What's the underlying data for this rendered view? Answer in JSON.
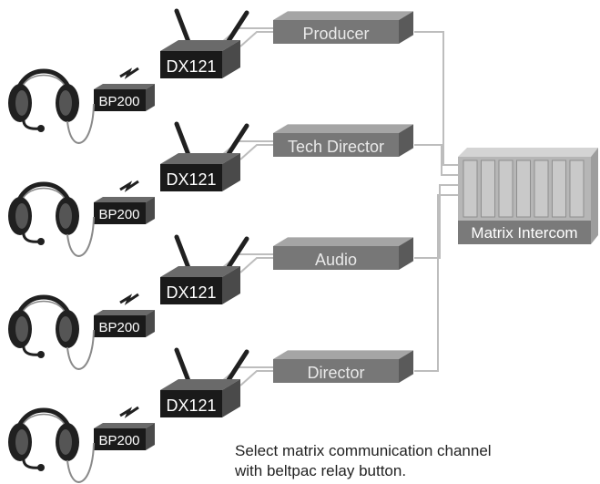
{
  "rows": [
    {
      "beltpac": "BP200",
      "transceiver": "DX121",
      "channel": "Producer"
    },
    {
      "beltpac": "BP200",
      "transceiver": "DX121",
      "channel": "Tech Director"
    },
    {
      "beltpac": "BP200",
      "transceiver": "DX121",
      "channel": "Audio"
    },
    {
      "beltpac": "BP200",
      "transceiver": "DX121",
      "channel": "Director"
    }
  ],
  "matrix": {
    "label": "Matrix Intercom"
  },
  "caption": {
    "line1": "Select matrix communication channel",
    "line2": "with beltpac relay button."
  },
  "colors": {
    "panel_face": "#777777",
    "panel_top": "#a5a5a5",
    "panel_side": "#5a5a5a",
    "device_face": "#1a1a1a",
    "device_side": "#4a4a4a",
    "device_top": "#6a6a6a",
    "cable": "#bdbdbd",
    "headset": "#202020"
  },
  "icons": {
    "headset": "headset-icon",
    "wireless": "wireless-signal-icon",
    "antenna": "antenna-icon"
  }
}
